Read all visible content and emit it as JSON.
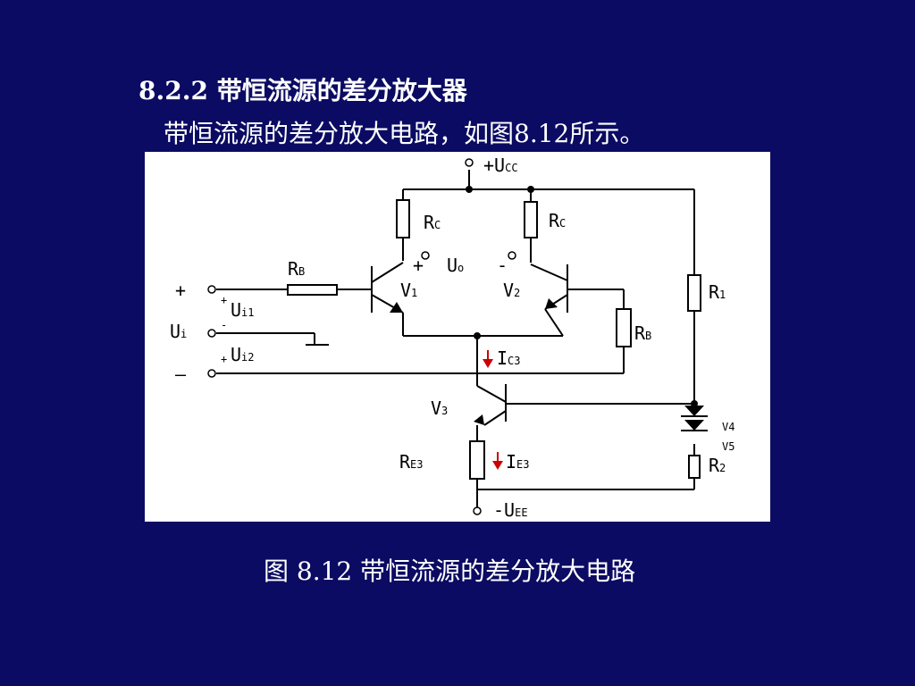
{
  "slide": {
    "heading": "8.2.2 带恒流源的差分放大器",
    "intro": "带恒流源的差分放大电路，如图8.12所示。",
    "caption": "图 8.12  带恒流源的差分放大电路"
  },
  "circuit": {
    "vcc_label": "+U",
    "vcc_sub": "CC",
    "vee_label": "-U",
    "vee_sub": "EE",
    "rc_left": "R",
    "rc_left_sub": "C",
    "rc_right": "R",
    "rc_right_sub": "C",
    "rb_left": "R",
    "rb_left_sub": "B",
    "rb_right": "R",
    "rb_right_sub": "B",
    "r1": "R",
    "r1_sub": "1",
    "r2": "R",
    "r2_sub": "2",
    "re3": "R",
    "re3_sub": "E3",
    "v1": "V",
    "v1_sub": "1",
    "v2": "V",
    "v2_sub": "2",
    "v3": "V",
    "v3_sub": "3",
    "v4": "V",
    "v4_sub": "4",
    "v5": "V",
    "v5_sub": "5",
    "uo_plus": "+",
    "uo_label": "U",
    "uo_sub": "o",
    "uo_minus": "-",
    "ui": "U",
    "ui_sub": "i",
    "ui1_plus": "+",
    "ui1": "U",
    "ui1_sub": "i1",
    "ui1_minus": "-",
    "ui2_plus": "+",
    "ui2": "U",
    "ui2_sub": "i2",
    "in_plus": "+",
    "in_minus": "—",
    "ic3": "I",
    "ic3_sub": "C3",
    "ie3": "I",
    "ie3_sub": "E3"
  }
}
